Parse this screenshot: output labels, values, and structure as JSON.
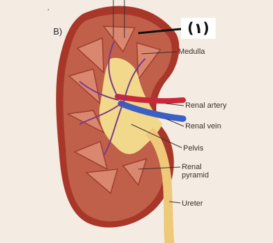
{
  "panel_letter": "B)",
  "tick_mark": "'",
  "marker_label": "(١)",
  "labels": {
    "medulla": "Medulla",
    "renal_artery": "Renal artery",
    "renal_vein": "Renal vein",
    "pelvis": "Pelvis",
    "renal_pyramid": "Renal pyramid",
    "ureter": "Ureter"
  },
  "colors": {
    "background": "#f4ece2",
    "cortex": "#c0604a",
    "capsule": "#a8372a",
    "pyramid": "#d9876f",
    "pelvis": "#f2d88a",
    "ureter": "#eec97a",
    "artery": "#c8283a",
    "vein": "#3b5fc4",
    "leader_line": "#3a2e2a",
    "marker_bg": "#ffffff",
    "marker_line": "#111111"
  }
}
